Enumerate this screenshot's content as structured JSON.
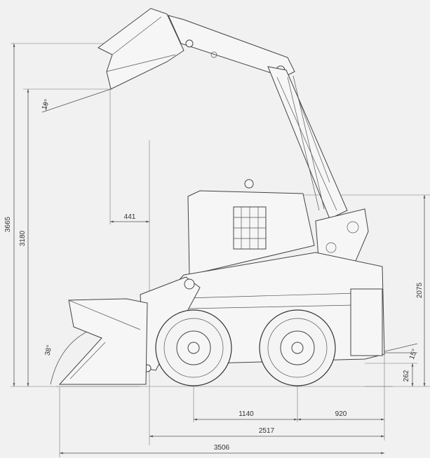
{
  "dimensions": {
    "max_pin_height": "3665",
    "dump_height": "3180",
    "dump_reach": "441",
    "dump_angle": "19°",
    "height_cab": "2075",
    "wheelbase": "1140",
    "rear_overhang": "920",
    "length_no_bucket": "2517",
    "length_with_bucket": "3506",
    "rollback_angle": "38°",
    "departure_angle": "15°",
    "ground_clearance": "262"
  },
  "icons": [
    "skid-steer-loader-drawing"
  ]
}
